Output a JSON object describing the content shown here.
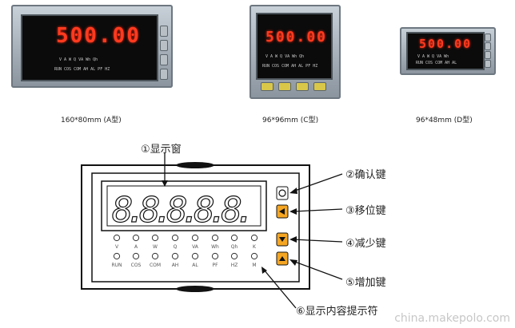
{
  "meters": [
    {
      "display": "500.00",
      "caption": "160*80mm (A型)",
      "led_row1": "V  A  W  Q  VA  Wh  Qh",
      "led_row2": "RUN COS COM AH AL PF HZ"
    },
    {
      "display": "500.00",
      "caption": "96*96mm (C型)",
      "led_row1": "V A W Q VA Wh Qh",
      "led_row2": "RUN COS COM AH AL PF HZ"
    },
    {
      "display": "500.00",
      "caption": "96*48mm (D型)",
      "led_row1": "V A W Q VA Wh",
      "led_row2": "RUN COS COM AH AL"
    }
  ],
  "diagram": {
    "callout_display": "①显示窗",
    "labels": [
      "②确认键",
      "③移位键",
      "④减少键",
      "⑤增加键",
      "⑥显示内容提示符"
    ],
    "digits": "8.8.8.8.8.",
    "indicator_row1": [
      "V",
      "A",
      "W",
      "Q",
      "VA",
      "Wh",
      "Qh",
      "K"
    ],
    "indicator_row2": [
      "RUN",
      "COS",
      "COM",
      "AH",
      "AL",
      "PF",
      "HZ",
      "M"
    ]
  },
  "watermark": "china.makepolo.com",
  "colors": {
    "led": "#ff3a1f",
    "key": "#f5a623",
    "frame": "#111111"
  }
}
